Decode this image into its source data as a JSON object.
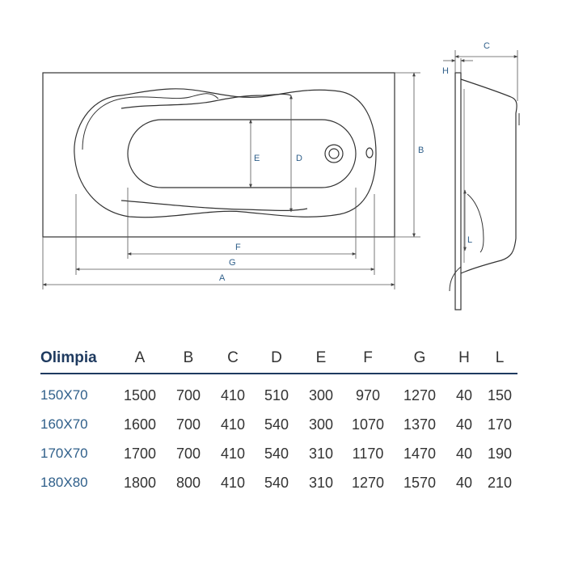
{
  "colors": {
    "outline": "#333333",
    "dimension": "#2f5f8a",
    "header_rule": "#1e3a5f"
  },
  "dimension_labels": {
    "A": "A",
    "B": "B",
    "C": "C",
    "D": "D",
    "E": "E",
    "F": "F",
    "G": "G",
    "H": "H",
    "L": "L"
  },
  "table": {
    "model_header": "Olimpia",
    "columns": [
      "A",
      "B",
      "C",
      "D",
      "E",
      "F",
      "G",
      "H",
      "L"
    ],
    "rows": [
      {
        "model": "150X70",
        "values": [
          "1500",
          "700",
          "410",
          "510",
          "300",
          "970",
          "1270",
          "40",
          "150"
        ]
      },
      {
        "model": "160X70",
        "values": [
          "1600",
          "700",
          "410",
          "540",
          "300",
          "1070",
          "1370",
          "40",
          "170"
        ]
      },
      {
        "model": "170X70",
        "values": [
          "1700",
          "700",
          "410",
          "540",
          "310",
          "1170",
          "1470",
          "40",
          "190"
        ]
      },
      {
        "model": "180X80",
        "values": [
          "1800",
          "800",
          "410",
          "540",
          "310",
          "1270",
          "1570",
          "40",
          "210"
        ]
      }
    ]
  }
}
